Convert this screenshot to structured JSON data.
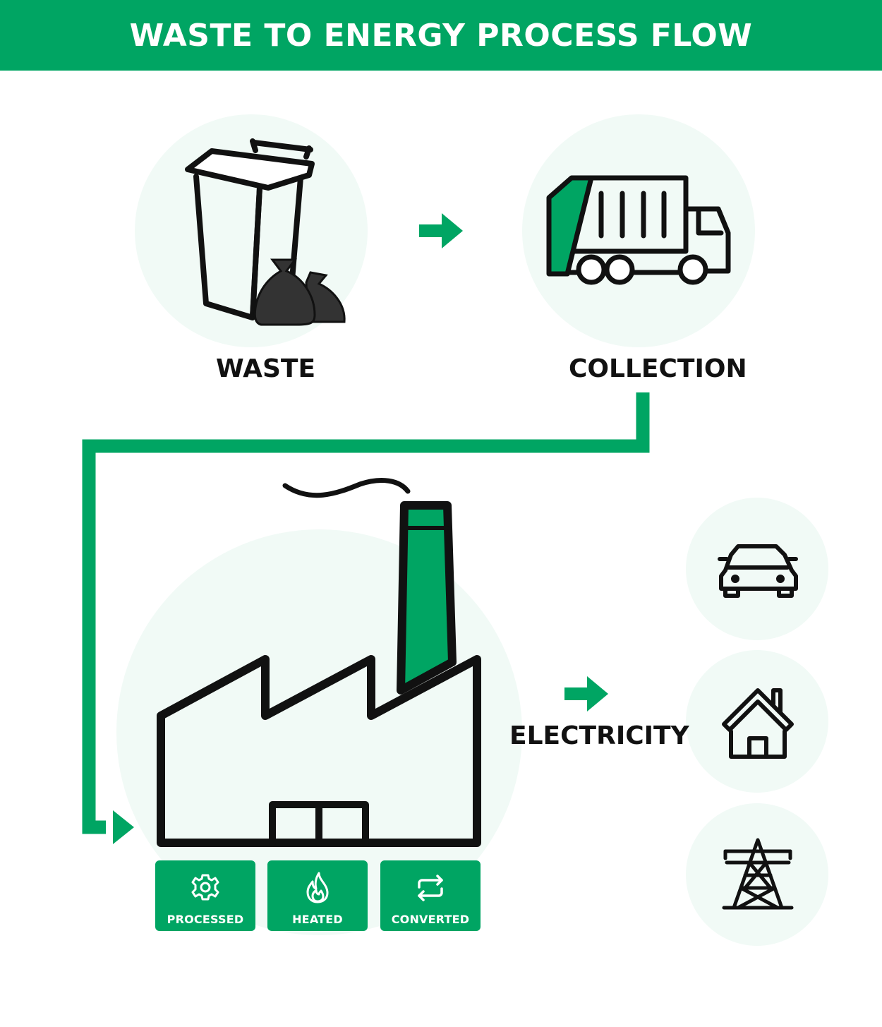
{
  "header": {
    "title": "WASTE TO ENERGY PROCESS FLOW"
  },
  "colors": {
    "accent": "#00a563",
    "circle_bg": "#f1faf6",
    "outline": "#111111"
  },
  "stages": {
    "waste": {
      "label": "WASTE",
      "icon": "waste-bin-icon"
    },
    "collection": {
      "label": "COLLECTION",
      "icon": "garbage-truck-icon"
    },
    "plant": {
      "icon": "factory-icon"
    },
    "output": {
      "label": "ELECTRICITY"
    }
  },
  "plant_steps": [
    {
      "label": "PROCESSED",
      "icon": "gear-icon"
    },
    {
      "label": "HEATED",
      "icon": "flame-icon"
    },
    {
      "label": "CONVERTED",
      "icon": "convert-arrows-icon"
    }
  ],
  "consumers": [
    {
      "icon": "car-icon"
    },
    {
      "icon": "house-icon"
    },
    {
      "icon": "power-tower-icon"
    }
  ]
}
